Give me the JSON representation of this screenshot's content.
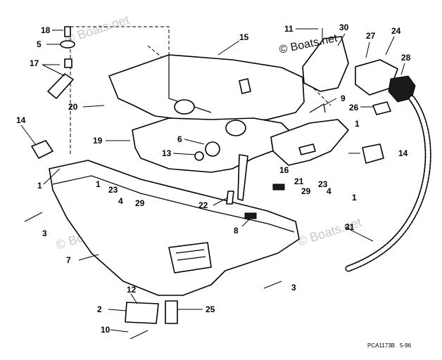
{
  "watermarks": {
    "top_right": "© Boats.net",
    "top_left": "© Boats.net",
    "bottom_left": "© Boats.net",
    "bottom_right": "© Boats.net"
  },
  "footer": {
    "code": "PCA1173B",
    "date": "5-96"
  },
  "callouts": [
    {
      "id": "c18",
      "text": "18"
    },
    {
      "id": "c5",
      "text": "5"
    },
    {
      "id": "c17",
      "text": "17"
    },
    {
      "id": "c15",
      "text": "15"
    },
    {
      "id": "c11",
      "text": "11"
    },
    {
      "id": "c30",
      "text": "30"
    },
    {
      "id": "c27",
      "text": "27"
    },
    {
      "id": "c24",
      "text": "24"
    },
    {
      "id": "c28",
      "text": "28"
    },
    {
      "id": "c9",
      "text": "9"
    },
    {
      "id": "c26",
      "text": "26"
    },
    {
      "id": "c20",
      "text": "20"
    },
    {
      "id": "c14a",
      "text": "14"
    },
    {
      "id": "c19",
      "text": "19"
    },
    {
      "id": "c6",
      "text": "6"
    },
    {
      "id": "c13",
      "text": "13"
    },
    {
      "id": "c1a",
      "text": "1"
    },
    {
      "id": "c1b",
      "text": "1"
    },
    {
      "id": "c23a",
      "text": "23"
    },
    {
      "id": "c4a",
      "text": "4"
    },
    {
      "id": "c29a",
      "text": "29"
    },
    {
      "id": "c22",
      "text": "22"
    },
    {
      "id": "c16",
      "text": "16"
    },
    {
      "id": "c21",
      "text": "21"
    },
    {
      "id": "c29b",
      "text": "29"
    },
    {
      "id": "c23b",
      "text": "23"
    },
    {
      "id": "c4b",
      "text": "4"
    },
    {
      "id": "c1c",
      "text": "1"
    },
    {
      "id": "c1d",
      "text": "1"
    },
    {
      "id": "c14b",
      "text": "14"
    },
    {
      "id": "c3a",
      "text": "3"
    },
    {
      "id": "c8",
      "text": "8"
    },
    {
      "id": "c31",
      "text": "31"
    },
    {
      "id": "c7",
      "text": "7"
    },
    {
      "id": "c3b",
      "text": "3"
    },
    {
      "id": "c12",
      "text": "12"
    },
    {
      "id": "c2",
      "text": "2"
    },
    {
      "id": "c25",
      "text": "25"
    },
    {
      "id": "c10",
      "text": "10"
    }
  ]
}
